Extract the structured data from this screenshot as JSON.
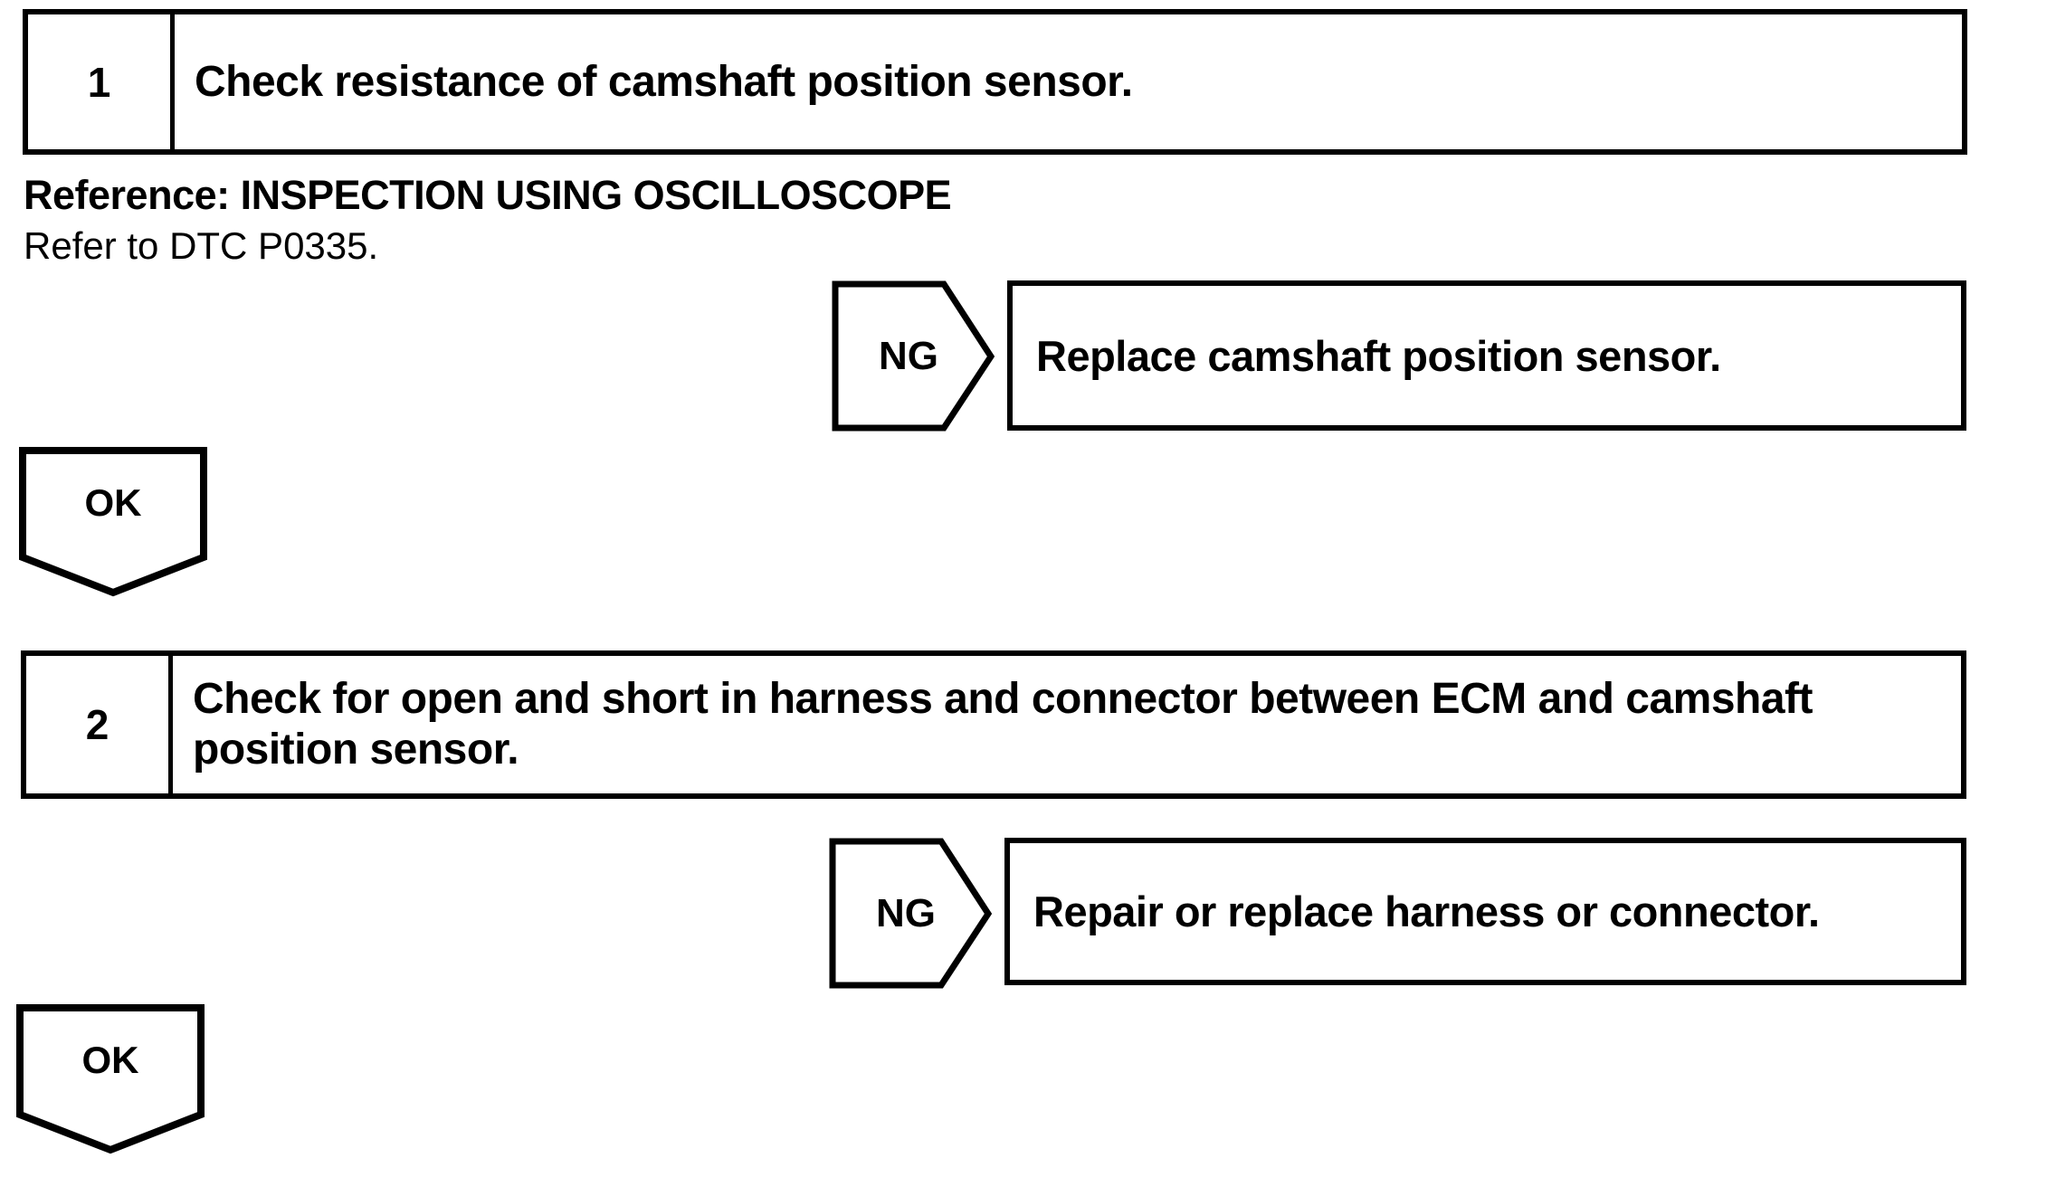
{
  "page": {
    "background": "#ffffff",
    "ink": "#000000"
  },
  "steps": [
    {
      "number": "1",
      "instruction": "Check resistance of camshaft position sensor."
    },
    {
      "number": "2",
      "instruction": "Check for open and short in harness and connector between ECM and camshaft\nposition sensor."
    }
  ],
  "reference": {
    "heading": "Reference: INSPECTION USING OSCILLOSCOPE",
    "note": "Refer to DTC P0335."
  },
  "branches": [
    {
      "condition": "NG",
      "action": "Replace camshaft position sensor."
    },
    {
      "condition": "NG",
      "action": "Repair or replace harness or connector."
    }
  ],
  "continues": [
    {
      "label": "OK"
    },
    {
      "label": "OK"
    }
  ]
}
